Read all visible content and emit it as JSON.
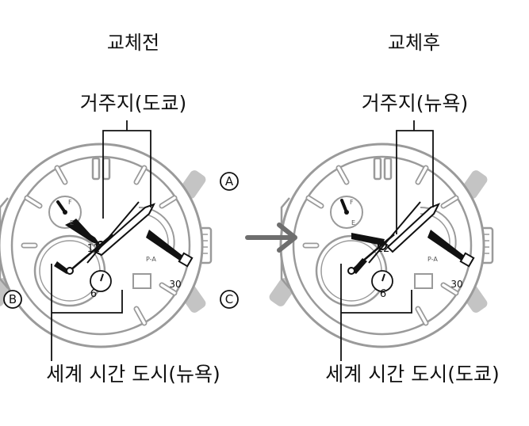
{
  "before": {
    "title": "교체전",
    "home_label": "거주지(도쿄)",
    "world_label": "세계 시간 도시(뉴욕)",
    "dial": {
      "twelve": "12",
      "six": "6",
      "date": "30",
      "sub_f": "F",
      "sub_e": "E",
      "pa": "P-A"
    }
  },
  "after": {
    "title": "교체후",
    "home_label": "거주지(뉴욕)",
    "world_label": "세계 시간 도시(도쿄)",
    "dial": {
      "twelve": "12",
      "six": "6",
      "date": "30",
      "sub_f": "F",
      "sub_e": "E",
      "pa": "P-A"
    }
  },
  "buttons": {
    "a": "A",
    "b": "B",
    "c": "C"
  },
  "colors": {
    "outline": "#9a9a9a",
    "ink": "#111111",
    "crown": "#bdbdbd",
    "arrow": "#6e6e6e"
  },
  "icons": {
    "transition": "arrow-right-icon"
  }
}
